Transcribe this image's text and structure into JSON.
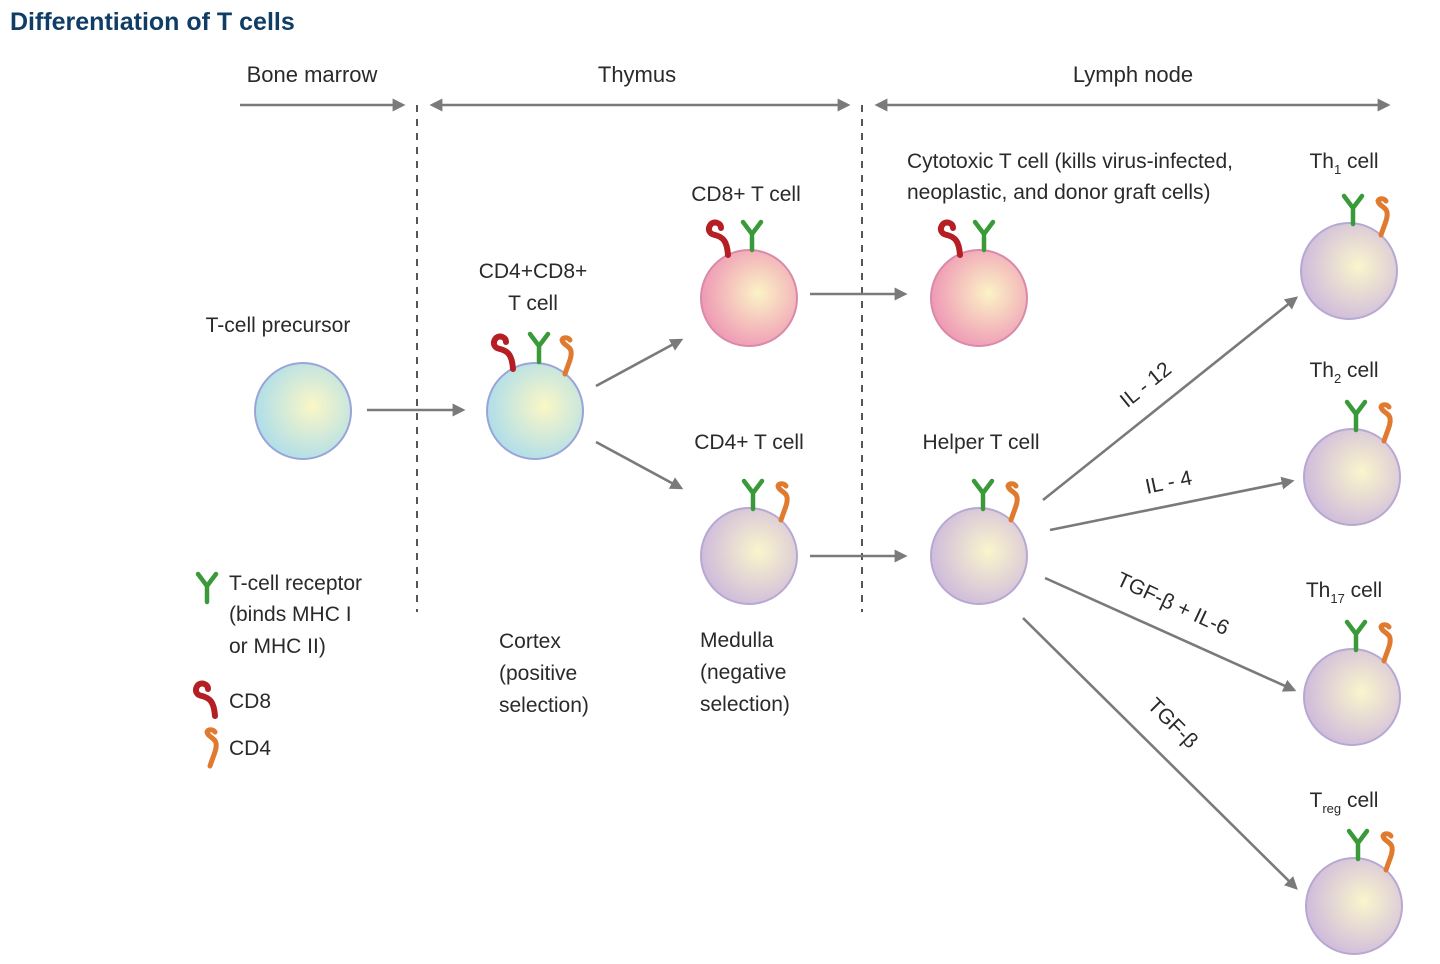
{
  "title": "Differentiation of T cells",
  "regions": {
    "bone_marrow": "Bone marrow",
    "thymus": "Thymus",
    "lymph_node": "Lymph node"
  },
  "cells": {
    "precursor": "T-cell precursor",
    "double_positive_line1": "CD4+CD8+",
    "double_positive_line2": "T cell",
    "cd8": "CD8+ T cell",
    "cd4": "CD4+ T cell",
    "cytotoxic_line1": "Cytotoxic T cell (kills virus-infected,",
    "cytotoxic_line2": "neoplastic, and donor graft cells)",
    "helper": "Helper T cell",
    "th1_prefix": "Th",
    "th1_sub": "1",
    "th1_suffix": " cell",
    "th2_prefix": "Th",
    "th2_sub": "2",
    "th2_suffix": " cell",
    "th17_prefix": "Th",
    "th17_sub": "17",
    "th17_suffix": " cell",
    "treg_prefix": "T",
    "treg_sub": "reg",
    "treg_suffix": " cell"
  },
  "cytokines": {
    "il12": "IL - 12",
    "il4": "IL - 4",
    "tgfb_il6": "TGF-β + IL-6",
    "tgfb": "TGF-β"
  },
  "stages": {
    "cortex_line1": "Cortex",
    "cortex_line2": "(positive",
    "cortex_line3": "selection)",
    "medulla_line1": "Medulla",
    "medulla_line2": "(negative",
    "medulla_line3": "selection)"
  },
  "legend": {
    "tcr_line1": "T-cell receptor",
    "tcr_line2": "(binds MHC I",
    "tcr_line3": "or MHC II)",
    "cd8": "CD8",
    "cd4": "CD4"
  },
  "colors": {
    "title": "#0f3d66",
    "tcr": "#3a9a3a",
    "cd8": "#b51f24",
    "cd4": "#e07a2e",
    "arrow": "#7a7a7a"
  }
}
